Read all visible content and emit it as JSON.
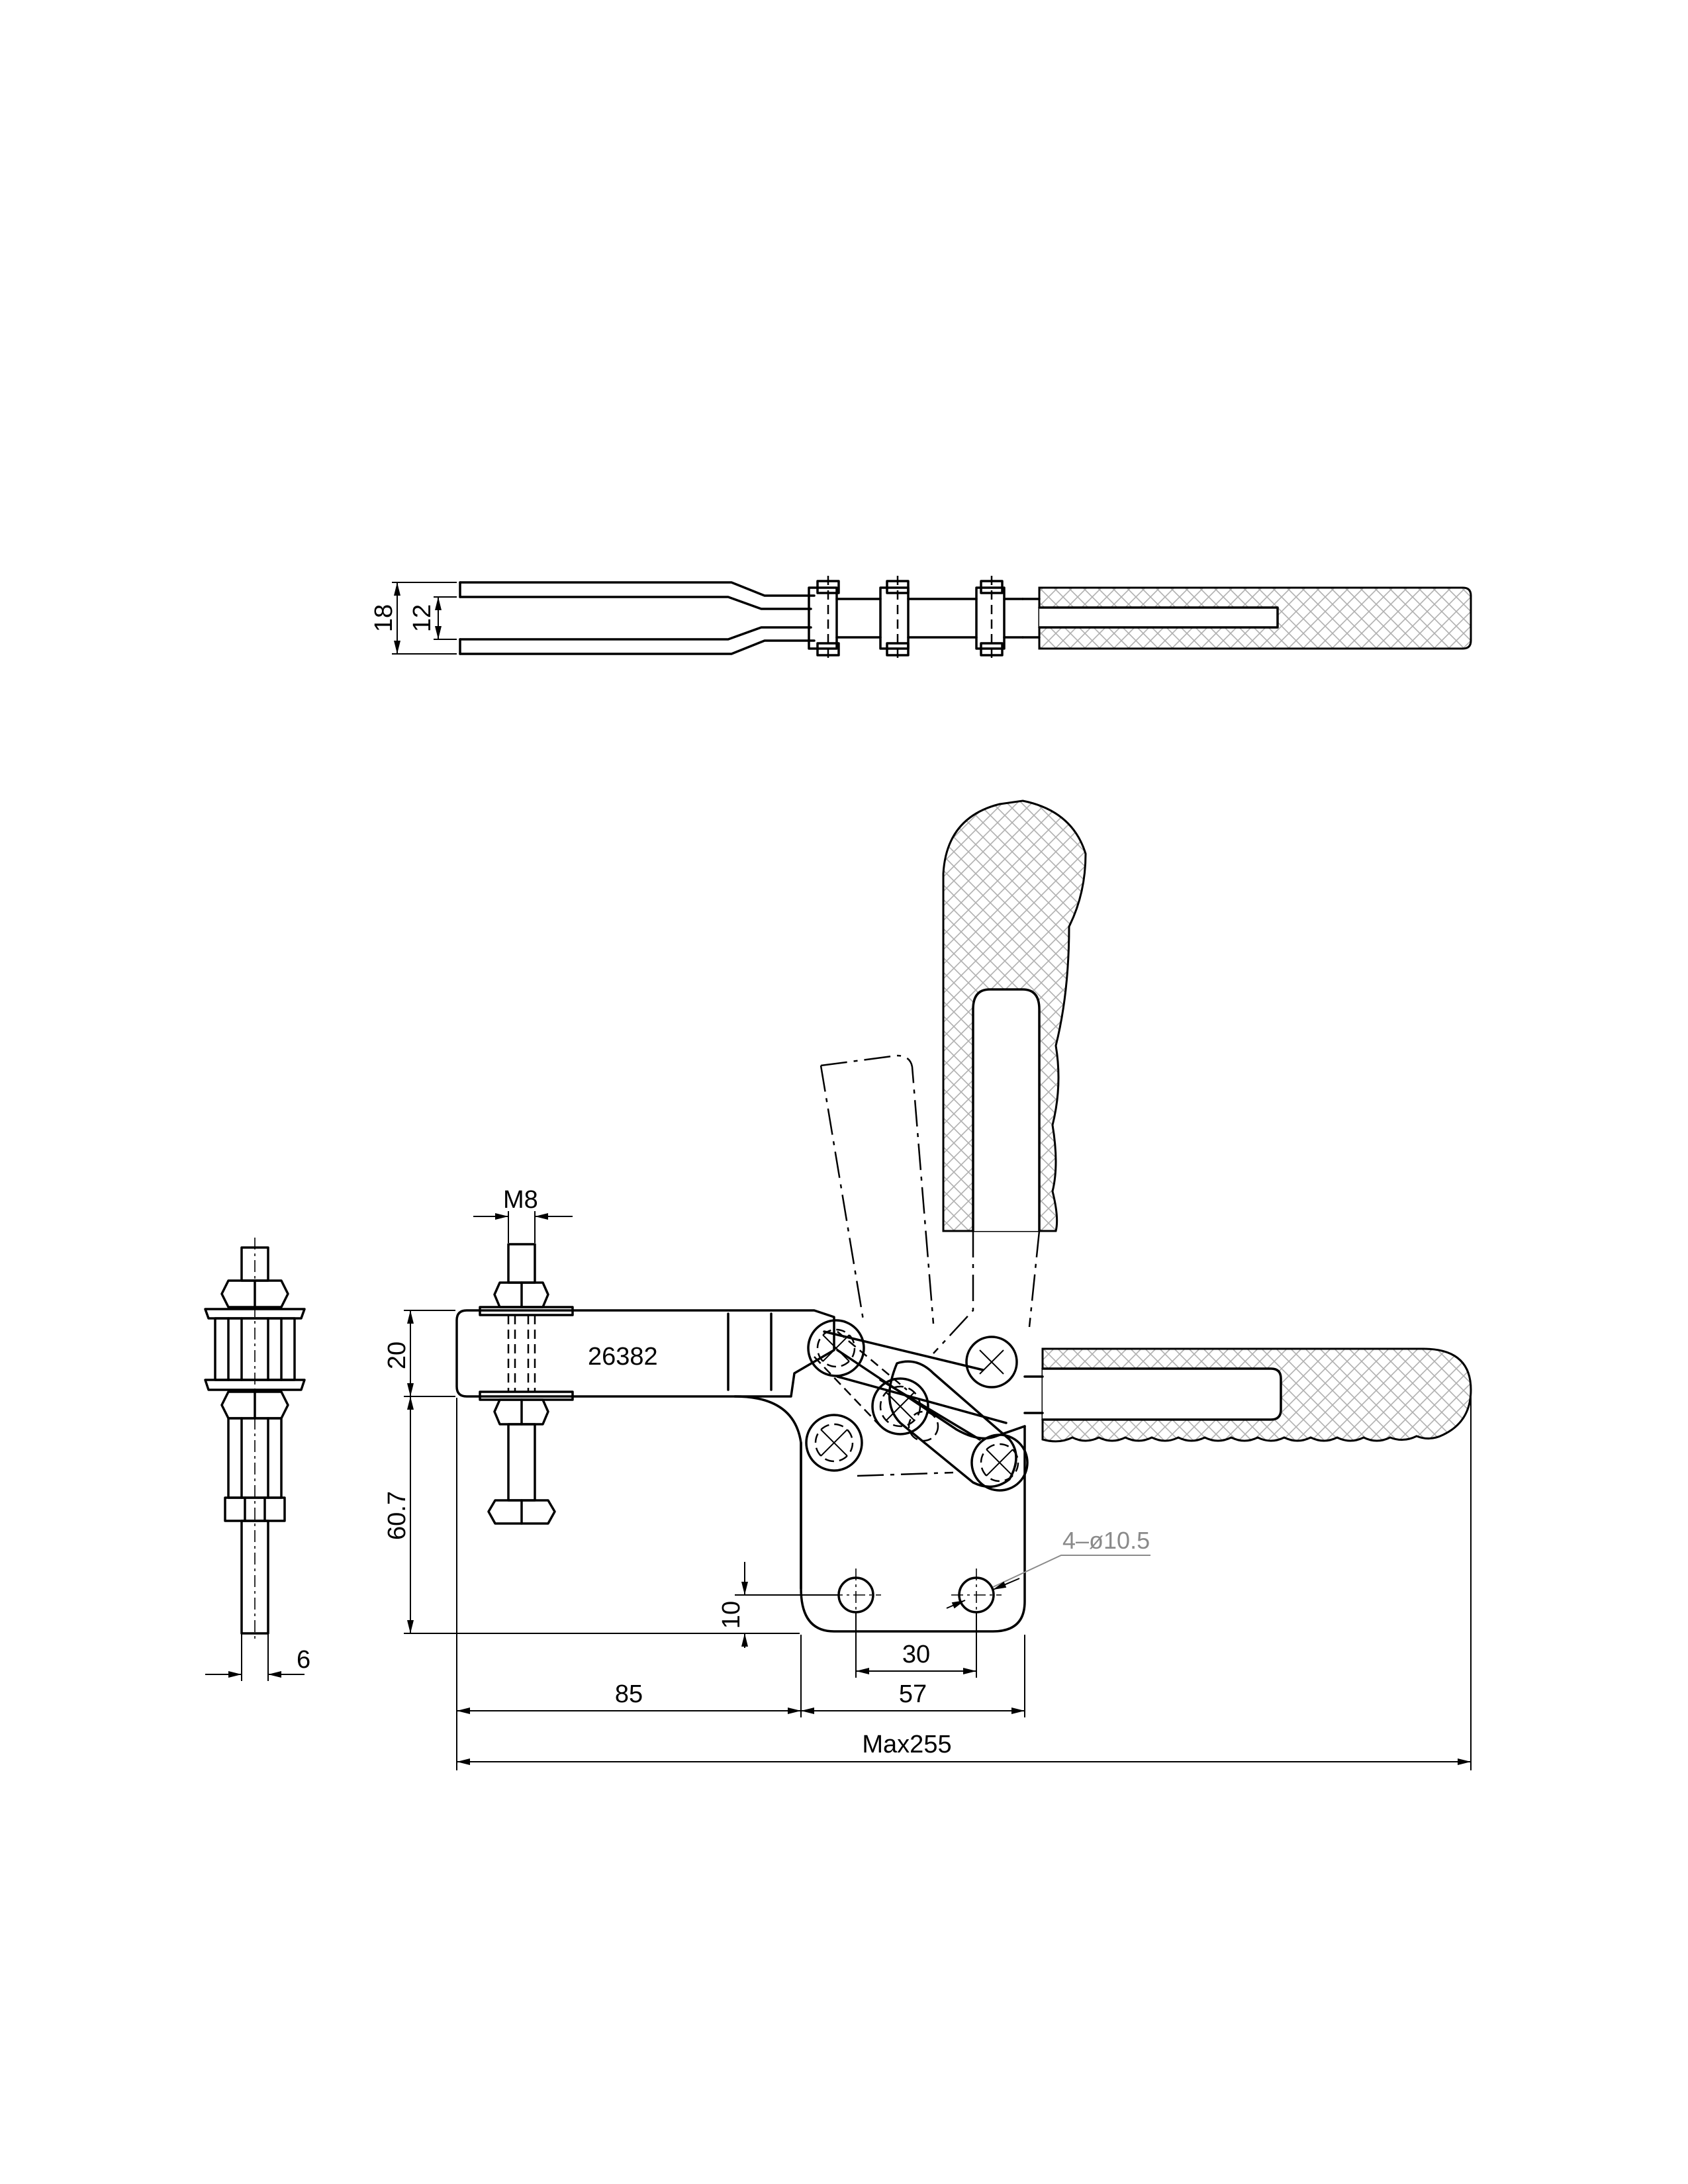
{
  "part_number": "26382",
  "dimensions": {
    "top_outer": "18",
    "top_inner": "12",
    "thread": "M8",
    "arm_height": "20",
    "base_height": "60.7",
    "hole_offset": "10",
    "hole_spacing": "30",
    "base_width": "57",
    "arm_reach": "85",
    "max_length": "Max255",
    "spindle_dia": "6",
    "holes": "4–ø10.5"
  },
  "colors": {
    "line": "#000000",
    "leader": "#8a8a8a",
    "hatch": "#b0b0b0"
  }
}
